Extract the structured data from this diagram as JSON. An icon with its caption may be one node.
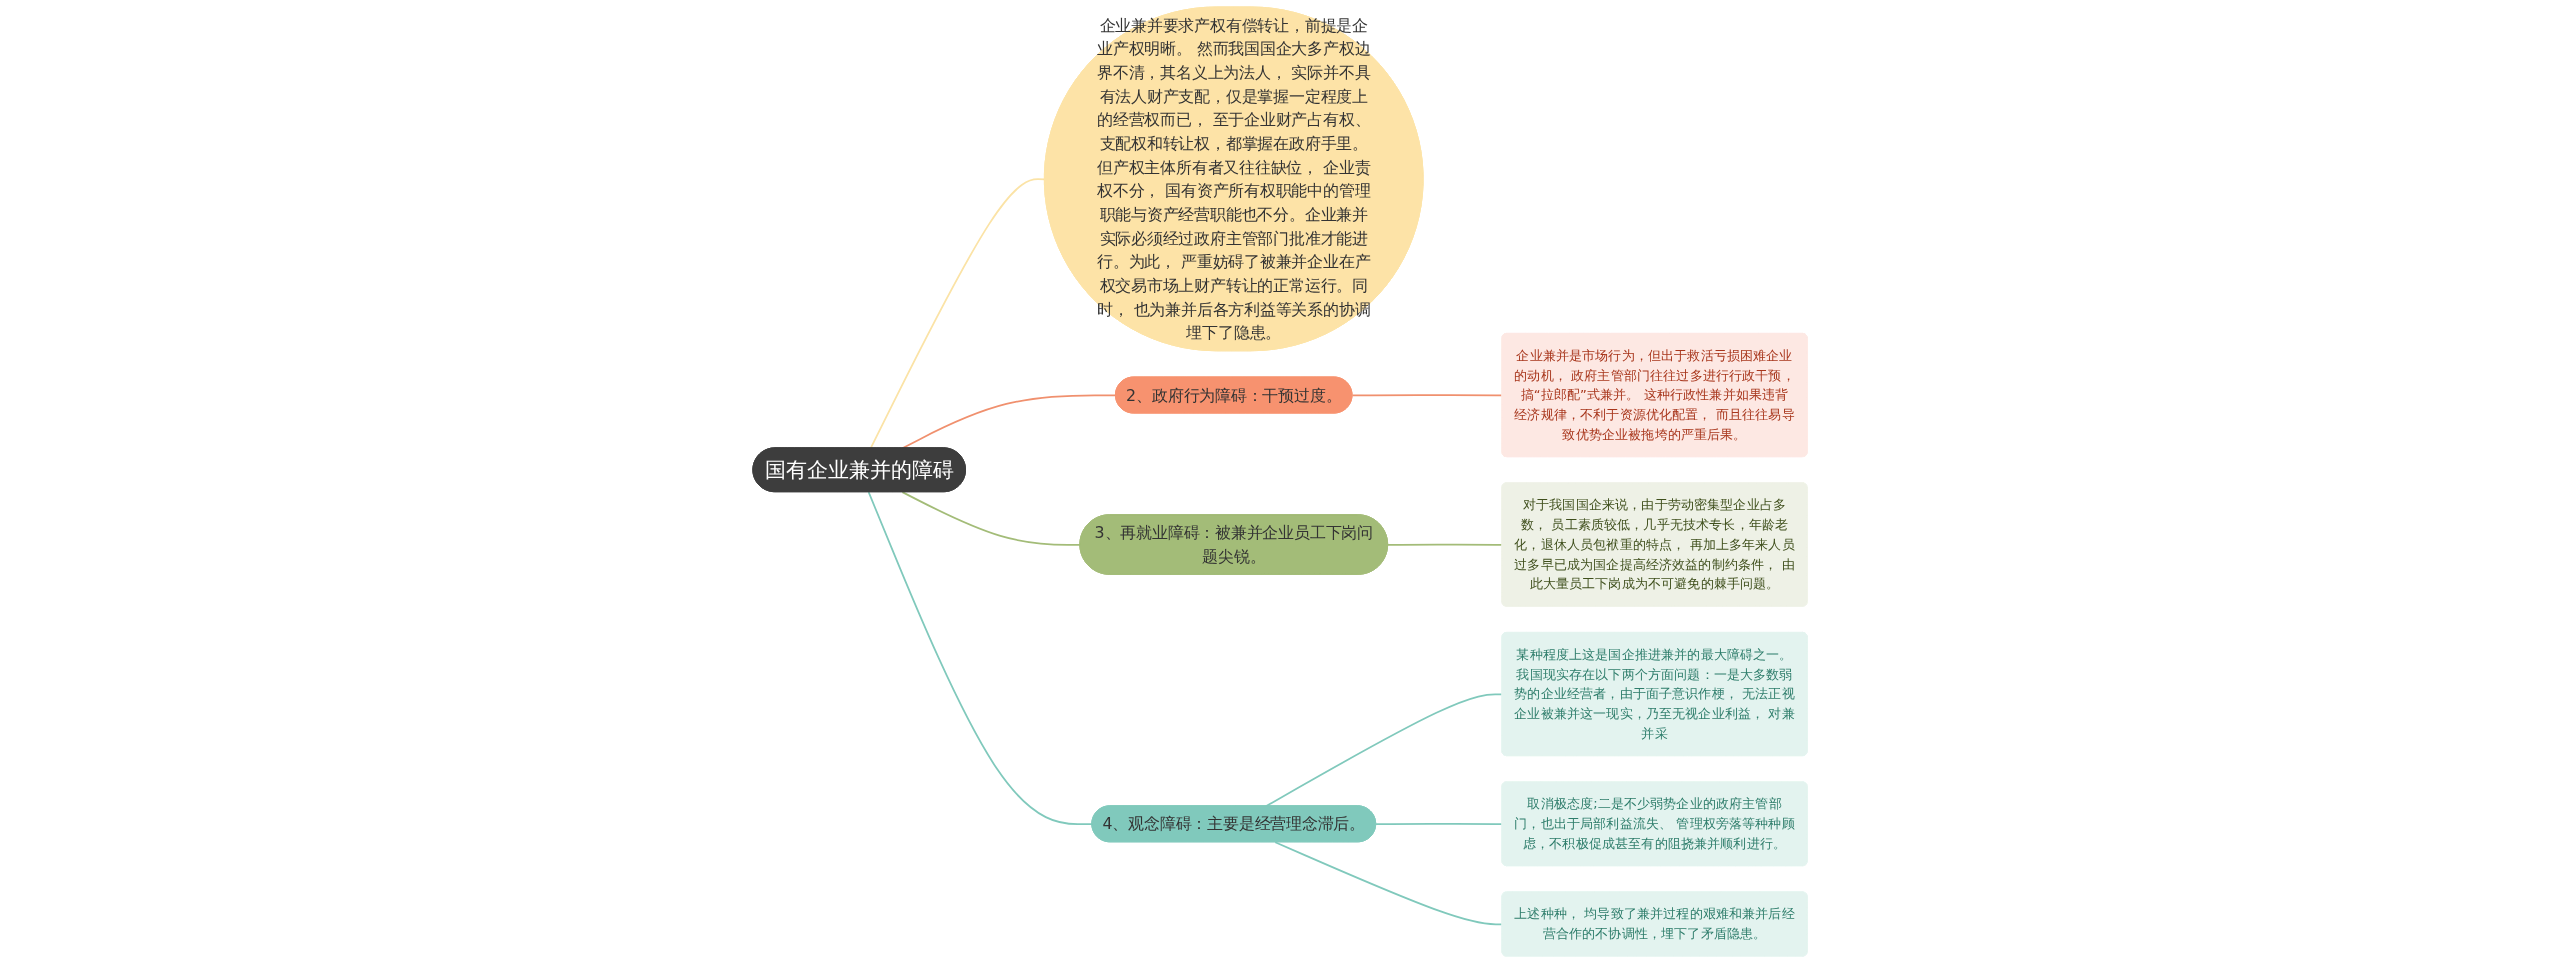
{
  "diagram": {
    "nodes": [
      {
        "text": [
          "国有企业兼并的障碍"
        ]
      },
      {
        "text": [
          "企业兼并要求产权有偿转让，前提是企业产权明晰。 然而我国国企大多产权边界不清，其名义上为法人， 实际并不具有法人财产支配，仅是掌握一定程度上的经营权而已， 至于企业财产占有权、支配权和转让权，都掌握在政府手里。但产权主体所有者又往往缺位， 企业责权不分， 国有资产所有权职能中的管理职能与资产经营职能也不分。企业兼并实际必须经过政府主管部门批准才能进行。为此， 严重妨碍了被兼并企业在产权交易市场上财产转让的正常运行。同时， 也为兼并后各方利益等关系的协调埋下了隐患。"
        ]
      },
      {
        "text": [
          "2、政府行为障碍：干预过度。"
        ]
      },
      {
        "text": [
          "企业兼并是市场行为，但出于救活亏损困难企业的动机， 政府主管部门往往过多进行行政干预，搞“拉郎配”式兼并。 这种行政性兼并如果违背经济规律，不利于资源优化配置， 而且往往易导致优势企业被拖垮的严重后果。"
        ]
      },
      {
        "text": [
          "3、再就业障碍：被兼并企业员工下岗问题尖锐。"
        ]
      },
      {
        "text": [
          "对于我国国企来说，由于劳动密集型企业占多数， 员工素质较低，几乎无技术专长，年龄老化，退休人员包袱重的特点， 再加上多年来人员过多早已成为国企提高经济效益的制约条件， 由此大量员工下岗成为不可避免的棘手问题。"
        ]
      },
      {
        "text": [
          "4、观念障碍：主要是经营理念滞后。"
        ]
      },
      {
        "text": [
          "某种程度上这是国企推进兼并的最大障碍之一。我国现实存在以下两个方面问题：一是大多数弱势的企业经营者，由于面子意识作梗， 无法正视企业被兼并这一现实，乃至无视企业利益， 对兼并采"
        ]
      },
      {
        "text": [
          "取消极态度;二是不少弱势企业的政府主管部门，也出于局部利益流失、 管理权旁落等种种顾虑，不积极促成甚至有的阻挠兼并顺利进行。"
        ]
      },
      {
        "text": [
          "上述种种， 均导致了兼并过程的艰难和兼并后经营合作的不协调性，埋下了矛盾隐患。"
        ]
      }
    ],
    "edges": [
      {
        "from": 0,
        "to": 1,
        "arrow": "none",
        "color": "#fbe3a6"
      },
      {
        "from": 0,
        "to": 2,
        "arrow": "none",
        "color": "#f0906e"
      },
      {
        "from": 2,
        "to": 3,
        "arrow": "none",
        "color": "#f0906e"
      },
      {
        "from": 0,
        "to": 4,
        "arrow": "none",
        "color": "#a3bc78"
      },
      {
        "from": 4,
        "to": 5,
        "arrow": "none",
        "color": "#a3bc78"
      },
      {
        "from": 0,
        "to": 6,
        "arrow": "none"
      },
      {
        "from": 6,
        "to": 7,
        "arrow": "none"
      },
      {
        "from": 6,
        "to": 8,
        "arrow": "none"
      },
      {
        "from": 6,
        "to": 9,
        "arrow": "none"
      }
    ]
  }
}
